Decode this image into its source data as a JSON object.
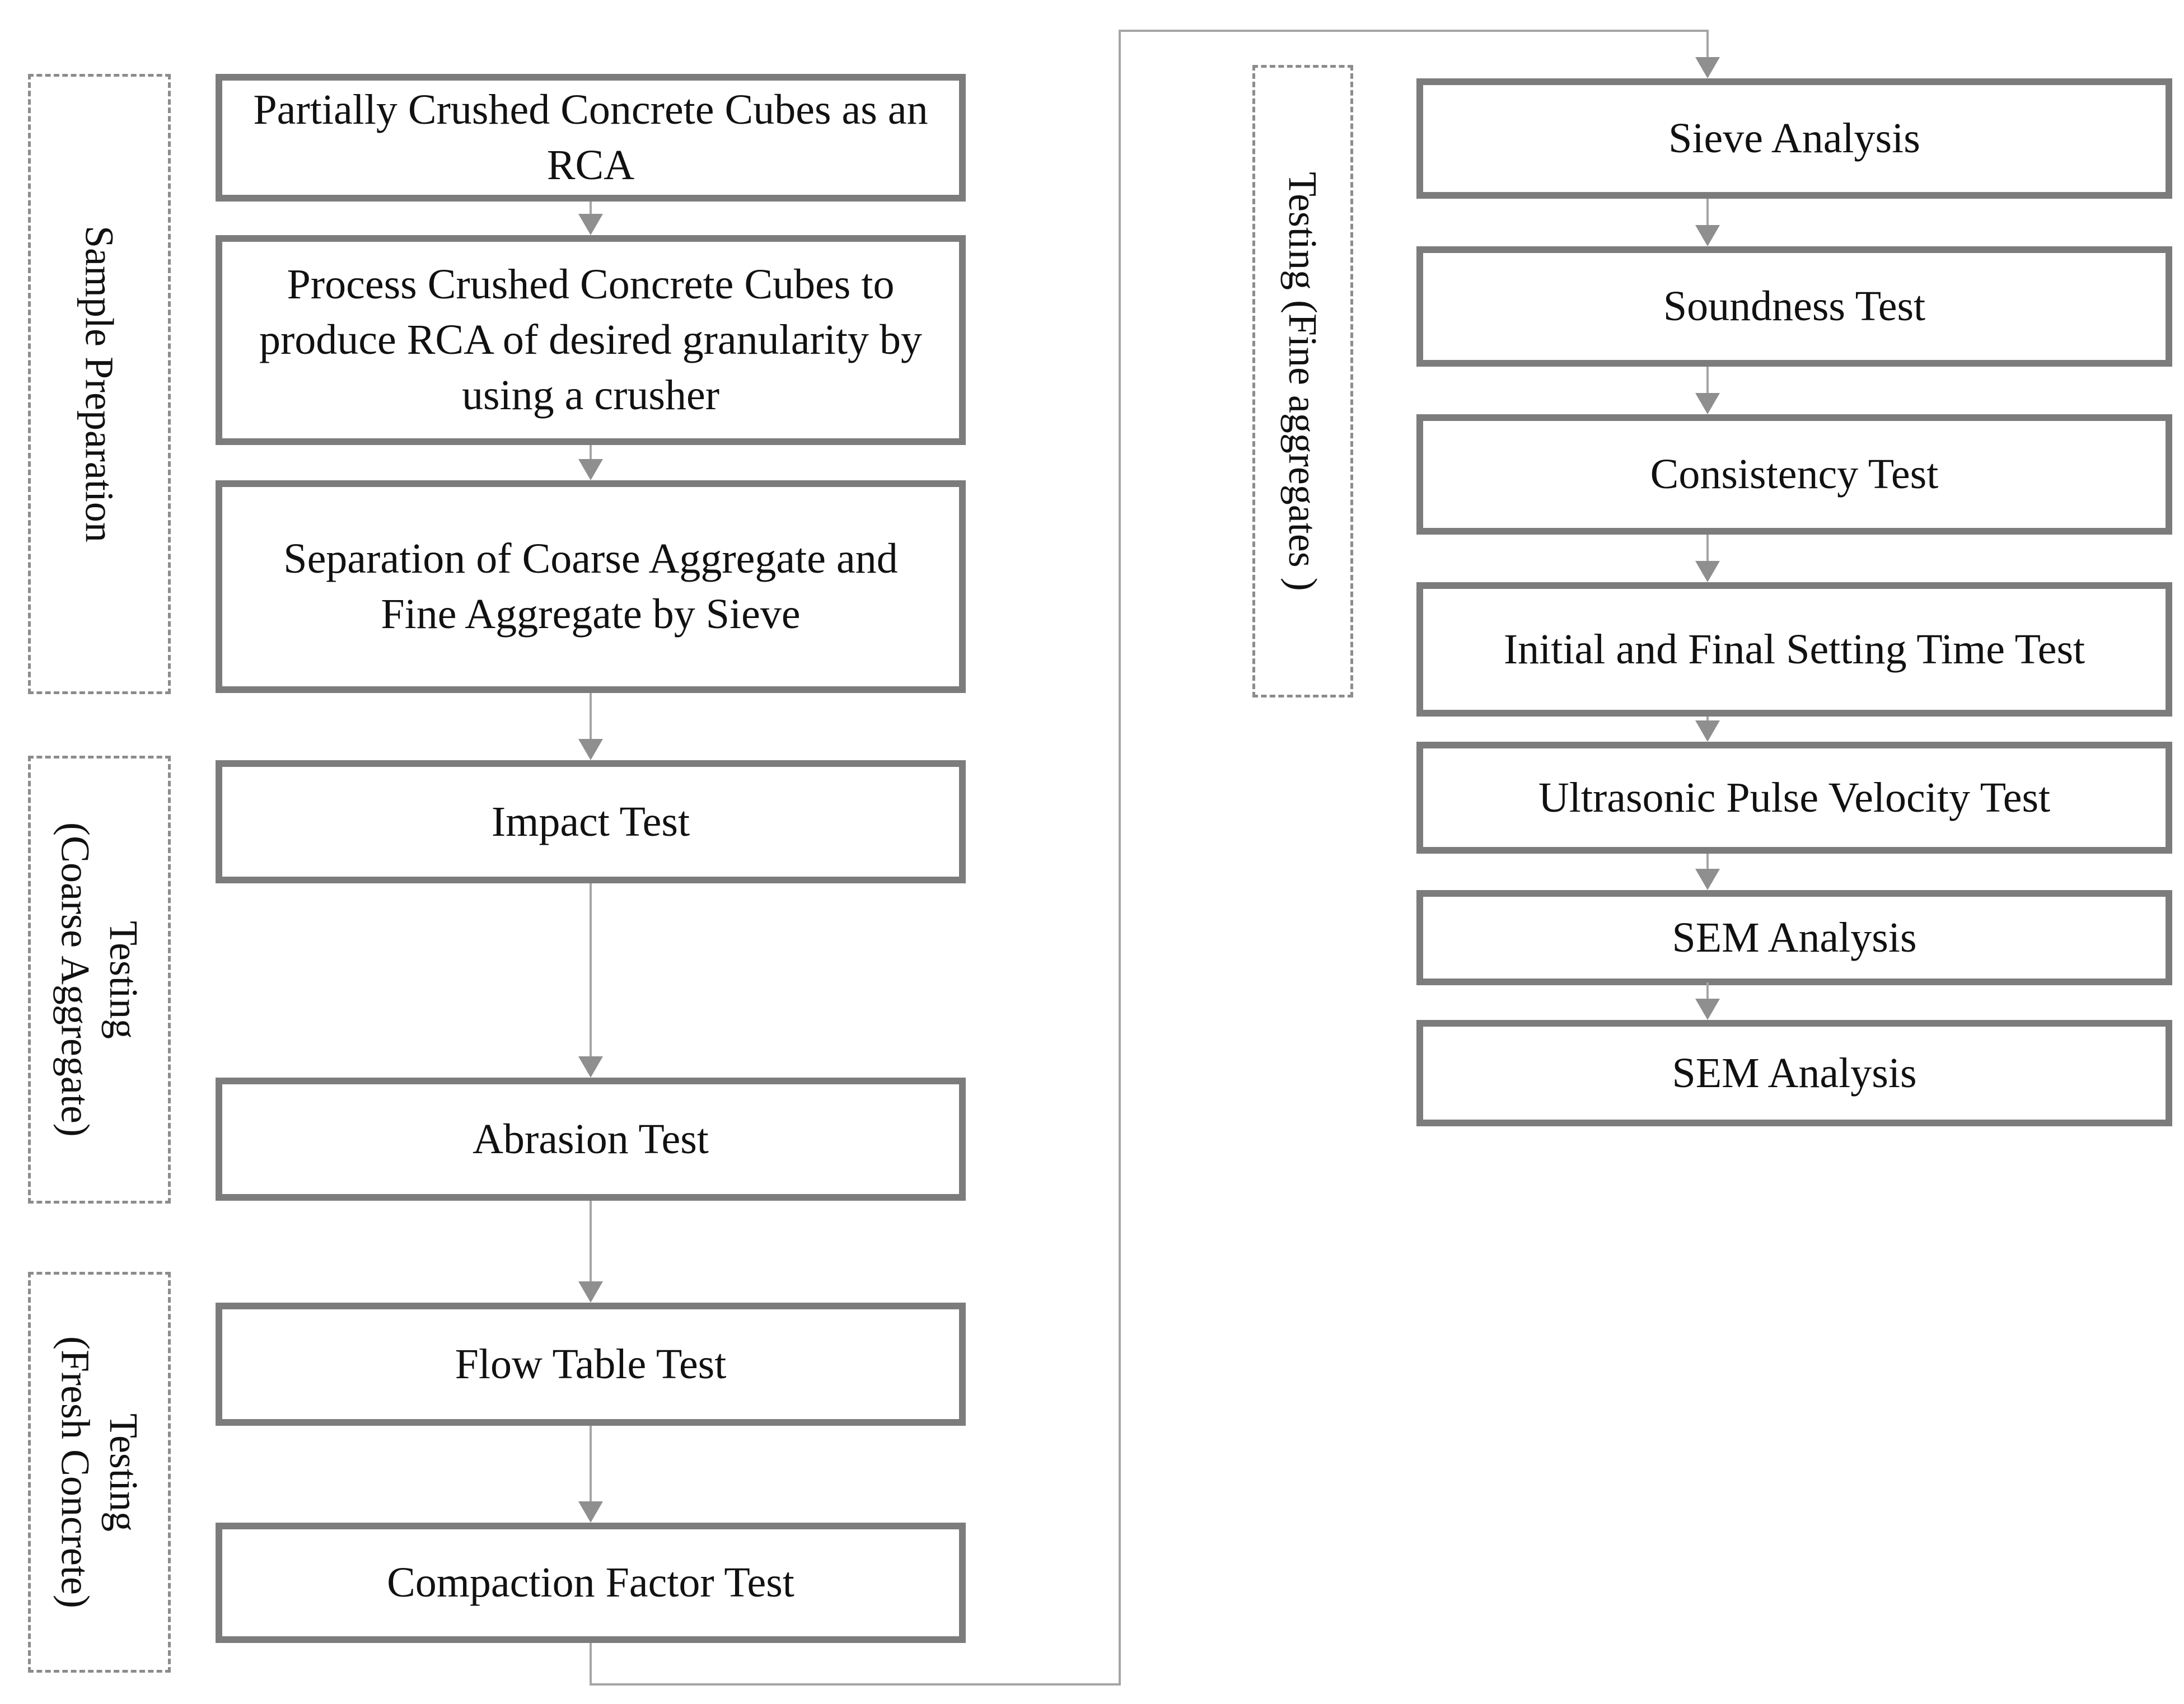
{
  "diagram": {
    "left_boxes": [
      {
        "label": "Partially Crushed Concrete Cubes as an RCA"
      },
      {
        "label": "Process Crushed Concrete Cubes to produce RCA of desired granularity by using a crusher"
      },
      {
        "label": "Separation of Coarse Aggregate and Fine Aggregate by Sieve"
      },
      {
        "label": "Impact Test"
      },
      {
        "label": "Abrasion Test"
      },
      {
        "label": "Flow Table Test"
      },
      {
        "label": "Compaction Factor Test"
      }
    ],
    "right_boxes": [
      {
        "label": "Sieve Analysis"
      },
      {
        "label": "Soundness Test"
      },
      {
        "label": "Consistency Test"
      },
      {
        "label": "Initial and Final Setting Time Test"
      },
      {
        "label": "Ultrasonic Pulse Velocity Test"
      },
      {
        "label": "SEM Analysis"
      },
      {
        "label": "SEM Analysis"
      }
    ],
    "group_labels": {
      "sample_preparation": "Sample Preparation",
      "coarse_line1": "Testing",
      "coarse_line2": "(Coarse Aggregate)",
      "fresh_line1": "Testing",
      "fresh_line2": "(Fresh Concrete)",
      "fine": "Testing (Fine aggregates )"
    },
    "colors": {
      "box_border": "#7c7c7c",
      "dashed_border": "#8c8c8c",
      "arrow_head": "#8f8f8f",
      "line": "#a5a5a5",
      "text": "#111111",
      "background": "#ffffff"
    }
  }
}
